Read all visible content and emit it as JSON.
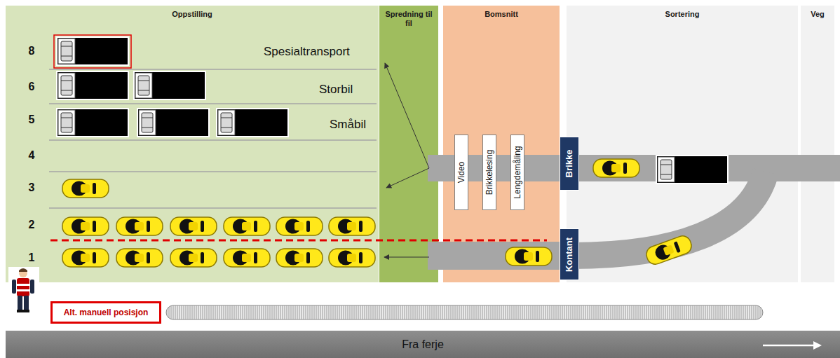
{
  "diagram": {
    "nodes": [
      {
        "text": [
          "Oppstilling"
        ]
      },
      {
        "text": [
          "Spredning til fil"
        ]
      },
      {
        "text": [
          "Bomsnitt"
        ]
      },
      {
        "text": [
          "Video"
        ],
        "in": 2
      },
      {
        "text": [
          "Brikkelesing"
        ],
        "in": 2
      },
      {
        "text": [
          "Lengdemåling"
        ],
        "in": 2
      },
      {
        "text": [
          "Brikke"
        ]
      },
      {
        "text": [
          "Kontant"
        ]
      },
      {
        "text": [
          "Sortering"
        ]
      },
      {
        "text": [
          "Veg"
        ]
      },
      {
        "text": [
          "Alt. manuell posisjon"
        ]
      },
      {
        "text": [
          "Fra ferje"
        ]
      }
    ],
    "labels": [
      "8",
      "Spesialtransport",
      "6",
      "Storbil",
      "5",
      "Småbil",
      "4",
      "3",
      "2",
      "1"
    ]
  }
}
